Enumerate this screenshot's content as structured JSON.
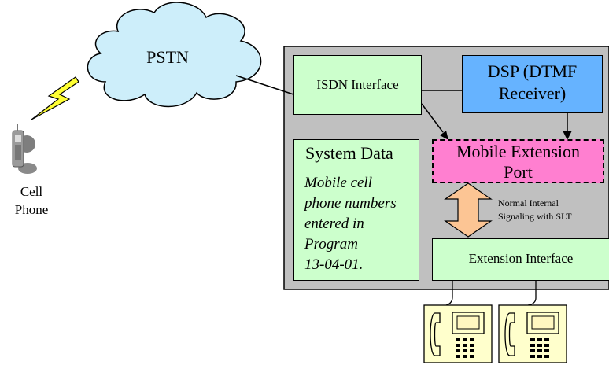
{
  "pstn": {
    "label": "PSTN"
  },
  "cell_phone": {
    "line1": "Cell",
    "line2": "Phone"
  },
  "isdn_interface": {
    "label": "ISDN Interface"
  },
  "dsp": {
    "line1": "DSP (DTMF",
    "line2": "Receiver)"
  },
  "mobile_extension_port": {
    "line1": "Mobile Extension",
    "line2": "Port"
  },
  "system_data": {
    "title": "System Data",
    "lines": [
      "Mobile cell",
      "phone numbers",
      "entered in",
      "Program",
      "13-04-01."
    ]
  },
  "signaling_note": {
    "line1": "Normal Internal",
    "line2": "Signaling with SLT"
  },
  "extension_interface": {
    "label": "Extension Interface"
  },
  "colors": {
    "cloud": "#cdeefa",
    "system_panel": "#c0c0c0",
    "green_box": "#ccffcc",
    "dsp_box": "#66b3ff",
    "mobile_port": "#ff7fd0",
    "double_arrow": "#fcc594",
    "desk_phone": "#ffffcc",
    "lightning": "#ffff33"
  }
}
